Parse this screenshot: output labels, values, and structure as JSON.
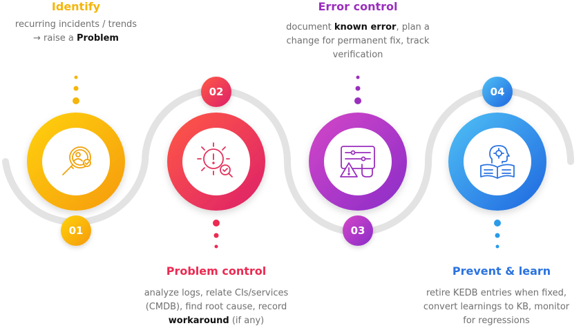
{
  "steps": [
    {
      "number": "01",
      "title": "Identify",
      "desc": [
        "recurring incidents / trends",
        "→ raise a ",
        "Problem"
      ],
      "icon": "magnifier-user-icon",
      "colors": {
        "from": "#ffd20a",
        "to": "#f59a0c",
        "title": "#f5b50a"
      }
    },
    {
      "number": "02",
      "title": "Problem control",
      "desc": [
        "analyze logs, relate CIs/services",
        "(CMDB), find root cause, record",
        "workaround",
        " (if any)"
      ],
      "icon": "gear-alert-icon",
      "colors": {
        "from": "#ff5a45",
        "to": "#dd1f6a",
        "title": "#ec2a52"
      }
    },
    {
      "number": "03",
      "title": "Error control",
      "desc": [
        "document ",
        "known error",
        ", plan a",
        "change for permanent fix, track",
        "verification"
      ],
      "icon": "warning-panel-icon",
      "colors": {
        "from": "#d447c7",
        "to": "#8a2cc8",
        "title": "#9a2fbd"
      }
    },
    {
      "number": "04",
      "title": "Prevent & learn",
      "desc": [
        "retire KEDB entries when fixed,",
        "convert learnings to KB, monitor",
        "for regressions"
      ],
      "icon": "book-head-gear-icon",
      "colors": {
        "from": "#4fc1f5",
        "to": "#1f66e0",
        "title": "#2a73e0"
      }
    }
  ],
  "track_color": "#e3e3e3"
}
